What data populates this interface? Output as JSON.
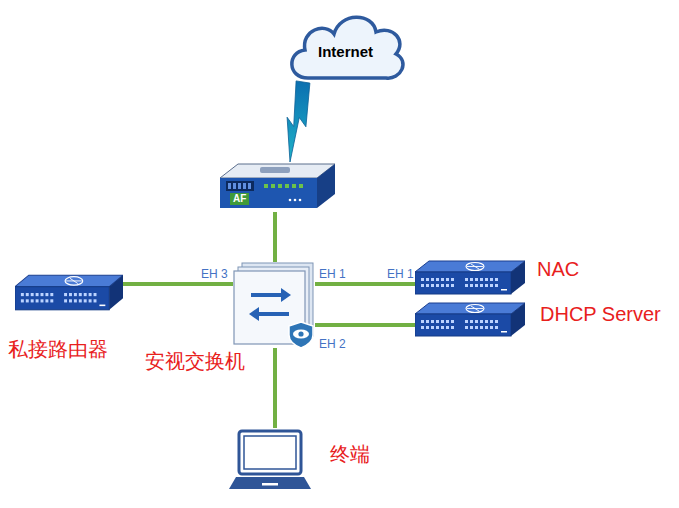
{
  "diagram": {
    "nodes": [
      {
        "text": [
          "Internet"
        ]
      },
      {
        "text": [
          "AF"
        ]
      },
      {
        "text": [
          "私接路由器"
        ]
      },
      {
        "text": [
          "安视交换机"
        ]
      },
      {
        "text": [
          "NAC"
        ]
      },
      {
        "text": [
          "DHCP Server"
        ]
      },
      {
        "text": [
          "终端"
        ]
      }
    ],
    "edges": [
      {
        "from": 0,
        "to": 1,
        "arrow": "none"
      },
      {
        "from": 1,
        "to": 3,
        "arrow": "none"
      },
      {
        "from": 2,
        "to": 3,
        "arrow": "none"
      },
      {
        "from": 3,
        "to": 4,
        "arrow": "none"
      },
      {
        "from": 3,
        "to": 5,
        "arrow": "none"
      },
      {
        "from": 3,
        "to": 6,
        "arrow": "none"
      }
    ],
    "labels": [
      "EH 3",
      "EH 1",
      "EH 1",
      "EH 2"
    ]
  }
}
